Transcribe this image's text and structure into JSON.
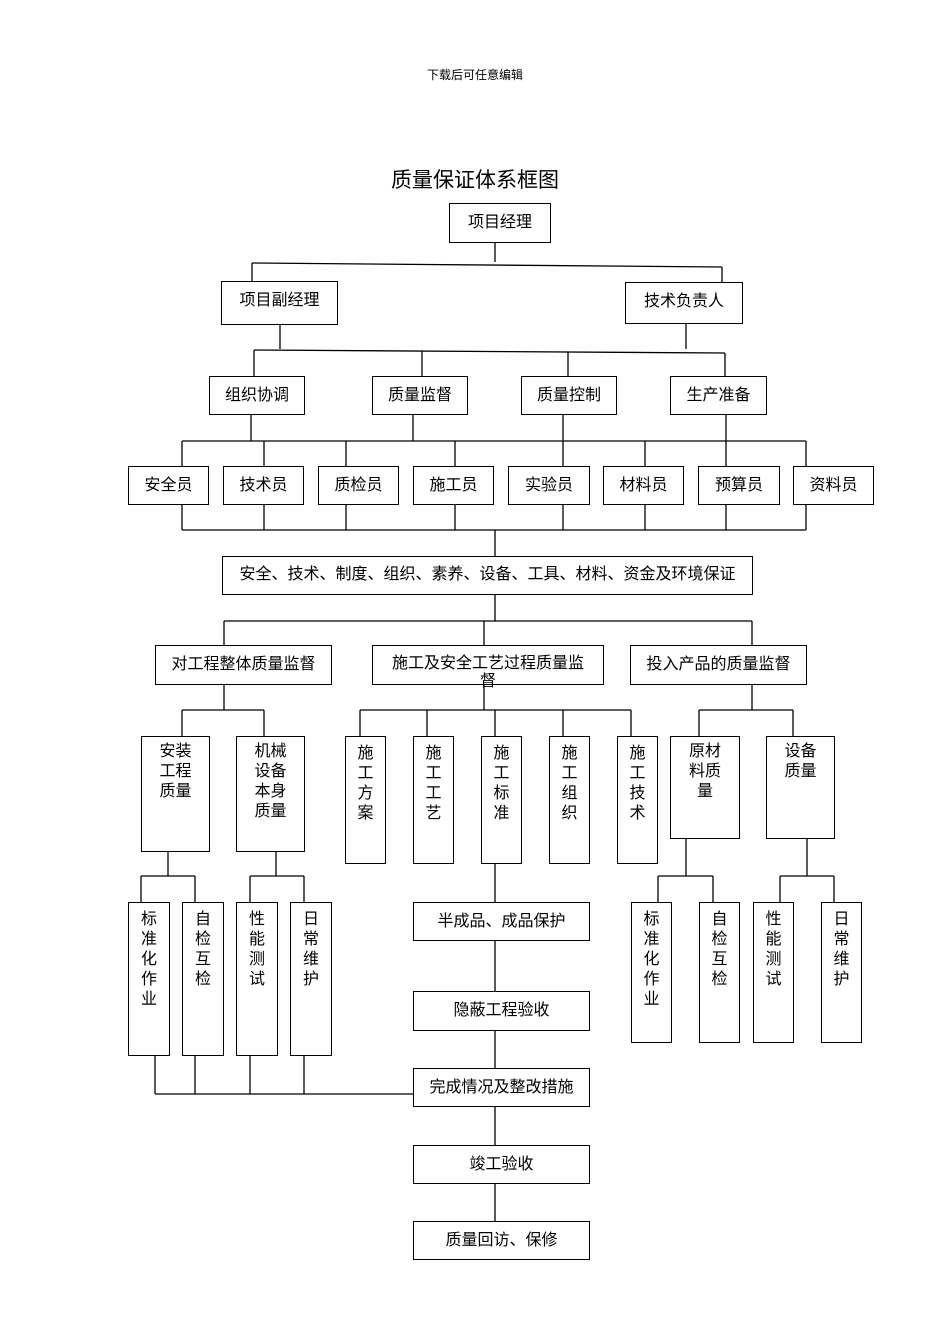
{
  "header": "下载后可任意编辑",
  "title": "质量保证体系框图",
  "nodes": {
    "pm": "项目经理",
    "deputy_pm": "项目副经理",
    "tech_lead": "技术负责人",
    "coord": "组织协调",
    "supervision": "质量监督",
    "control": "质量控制",
    "production": "生产准备",
    "safety_officer": "安全员",
    "technician": "技术员",
    "inspector": "质检员",
    "constructor": "施工员",
    "lab": "实验员",
    "material": "材料员",
    "budget": "预算员",
    "document": "资料员",
    "guarantee": "安全、技术、制度、组织、素养、设备、工具、材料、资金及环境保证",
    "overall_supervision": "对工程整体质量监督",
    "process_supervision": "施工及安全工艺过程质量监督",
    "product_supervision": "投入产品的质量监督",
    "install_quality": "安装工程质量",
    "machine_quality": "机械设备本身质量",
    "plan": "施工方案",
    "craft": "施工工艺",
    "standard": "施工标准",
    "organization": "施工组织",
    "technique": "施工技术",
    "raw_material": "原材料质量",
    "equipment_quality": "设备质量",
    "standardized_left": "标准化作业",
    "self_check_left": "自检互检",
    "perf_test_left": "性能测试",
    "daily_maint_left": "日常维护",
    "standardized_right": "标准化作业",
    "self_check_right": "自检互检",
    "perf_test_right": "性能测试",
    "daily_maint_right": "日常维护",
    "semi_product": "半成品、成品保护",
    "concealed": "隐蔽工程验收",
    "rectify": "完成情况及整改措施",
    "completion": "竣工验收",
    "revisit": "质量回访、保修"
  }
}
